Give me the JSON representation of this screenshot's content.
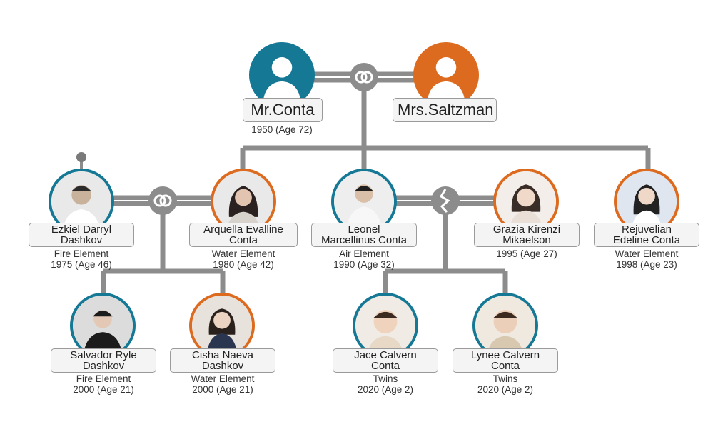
{
  "colors": {
    "male": "#157895",
    "female": "#dd6b1f",
    "line": "#8c8c8c"
  },
  "parents": {
    "father": {
      "name": "Mr.Conta",
      "info": "1950 (Age 72)"
    },
    "mother": {
      "name": "Mrs.Saltzman"
    }
  },
  "people": {
    "ezkiel": {
      "name1": "Ezkiel Darryl",
      "name2": "Dashkov",
      "info1": "Fire Element",
      "info2": "1975 (Age 46)"
    },
    "arquella": {
      "name1": "Arquella Evalline",
      "name2": "Conta",
      "info1": "Water Element",
      "info2": "1980 (Age 42)"
    },
    "leonel": {
      "name1": "Leonel",
      "name2": "Marcellinus Conta",
      "info1": "Air Element",
      "info2": "1990 (Age 32)"
    },
    "grazia": {
      "name1": "Grazia Kirenzi",
      "name2": "Mikaelson",
      "info1": "1995 (Age 27)"
    },
    "rejuvelian": {
      "name1": "Rejuvelian",
      "name2": "Edeline Conta",
      "info1": "Water Element",
      "info2": "1998 (Age 23)"
    },
    "salvador": {
      "name1": "Salvador Ryle",
      "name2": "Dashkov",
      "info1": "Fire Element",
      "info2": "2000 (Age 21)"
    },
    "cisha": {
      "name1": "Cisha Naeva",
      "name2": "Dashkov",
      "info1": "Water Element",
      "info2": "2000 (Age 21)"
    },
    "jace": {
      "name1": "Jace Calvern",
      "name2": "Conta",
      "info1": "Twins",
      "info2": "2020 (Age 2)"
    },
    "lynee": {
      "name1": "Lynee Calvern",
      "name2": "Conta",
      "info1": "Twins",
      "info2": "2020 (Age 2)"
    }
  }
}
